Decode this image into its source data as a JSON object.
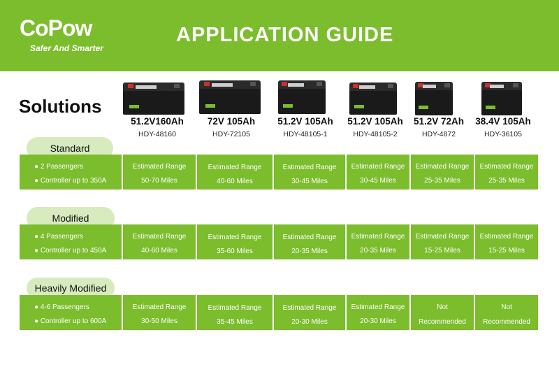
{
  "header": {
    "logo": "CoPow",
    "tagline": "Safer And Smarter",
    "title": "APPLICATION  GUIDE"
  },
  "solutions_label": "Solutions",
  "products": [
    {
      "name": "51.2V160Ah",
      "code": "HDY-48160"
    },
    {
      "name": "72V 105Ah",
      "code": "HDY-72105"
    },
    {
      "name": "51.2V 105Ah",
      "code": "HDY-48105-1"
    },
    {
      "name": "51.2V 105Ah",
      "code": "HDY-48105-2"
    },
    {
      "name": "51.2V 72Ah",
      "code": "HDY-4872"
    },
    {
      "name": "38.4V 105Ah",
      "code": "HDY-36105"
    }
  ],
  "rows": [
    {
      "label": "Standard",
      "features": [
        "● 2 Passengers",
        "● Controller up to 350A"
      ],
      "cells": [
        [
          "Estimated Range",
          "50-70 Miles"
        ],
        [
          "Estimated Range",
          "40-60 Miles"
        ],
        [
          "Estimated Range",
          "30-45 Miles"
        ],
        [
          "Estimated Range",
          "30-45 Miles"
        ],
        [
          "Estimated Range",
          "25-35 Miles"
        ],
        [
          "Estimated Range",
          "25-35 Miles"
        ]
      ]
    },
    {
      "label": "Modified",
      "features": [
        "● 4 Passengers",
        "● Controller up to 450A"
      ],
      "cells": [
        [
          "Estimated Range",
          "40-60 Miles"
        ],
        [
          "Estimated Range",
          "35-60 Miles"
        ],
        [
          "Estimated Range",
          "20-35 Miles"
        ],
        [
          "Estimated Range",
          "20-35 Miles"
        ],
        [
          "Estimated Range",
          "15-25 Miles"
        ],
        [
          "Estimated Range",
          "15-25 Miles"
        ]
      ]
    },
    {
      "label": "Heavily Modified",
      "features": [
        "● 4-6 Passengers",
        "● Controller up to 600A"
      ],
      "cells": [
        [
          "Estimated Range",
          "30-50 Miles"
        ],
        [
          "Estimated Range",
          "35-45 Miles"
        ],
        [
          "Estimated Range",
          "20-30 Miles"
        ],
        [
          "Estimated Range",
          "20-30 Miles"
        ],
        [
          "Not",
          "Recommended"
        ],
        [
          "Not",
          "Recommended"
        ]
      ]
    }
  ],
  "colors": {
    "brand_green": "#7bbd2c",
    "pill_green": "#d7ebbf"
  }
}
